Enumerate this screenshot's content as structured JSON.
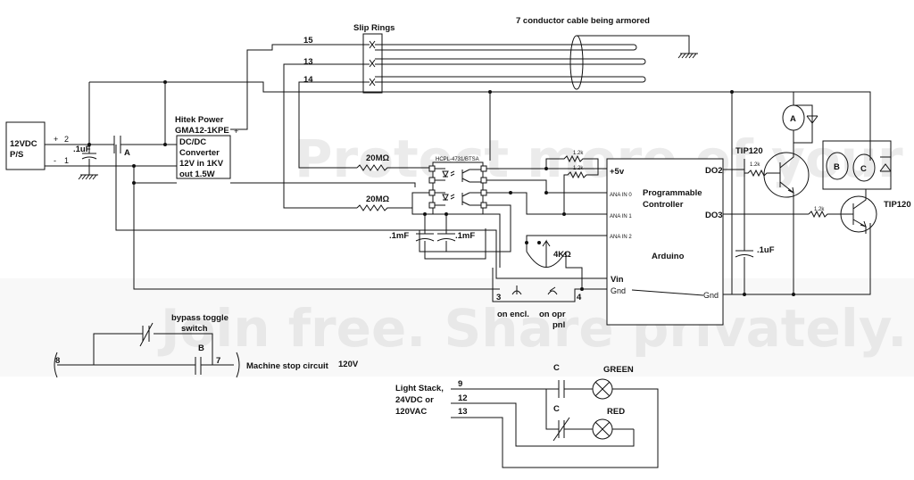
{
  "labels": {
    "slip_rings": "Slip Rings",
    "cable": "7 conductor cable being armored",
    "ps": [
      "12VDC",
      "P/S"
    ],
    "ps_plus": "+",
    "ps_minus": "-",
    "ps_pin2": "2",
    "ps_pin1": "1",
    "cap_ps": ".1uF",
    "relay_a_label": "A",
    "hitek": [
      "Hitek Power",
      "GMA12-1KPE",
      "DC/DC",
      "Converter",
      "12V in 1KV",
      "out 1.5W"
    ],
    "hitek_plus": "+",
    "wire15": "15",
    "wire13": "13",
    "wire14": "14",
    "r20m_top": "20MΩ",
    "r20m_bot": "20MΩ",
    "opto": "HCPL-4731/BTSA",
    "r12k_a": "1.2k",
    "r12k_b": "1.2k",
    "cap1": ".1mF",
    "cap2": ".1mF",
    "pot": "4KΩ",
    "arduino": {
      "v5": "+5v",
      "ana0": "ANA IN 0",
      "ana1": "ANA IN 1",
      "ana2": "ANA IN 2",
      "prog": "Programmable",
      "ctrl": "Controller",
      "name": "Arduino",
      "vin": "Vin",
      "gnd": "Gnd",
      "do2": "DO2",
      "do3": "DO3",
      "gnd_right": "Gnd"
    },
    "cap_ard": ".1uF",
    "tip120_top": "TIP120",
    "tip120_right": "TIP120",
    "r12k_do2": "1.2k",
    "r12k_do3": "1.2k",
    "relay_a": "A",
    "relay_b": "B",
    "relay_c": "C",
    "sw_pin3": "3",
    "sw_pin4": "4",
    "on_encl": "on encl.",
    "on_opr": [
      "on opr",
      "pnl"
    ],
    "bypass": [
      "bypass toggle",
      "switch"
    ],
    "contact_b": "B",
    "pin8": "8",
    "pin7": "7",
    "machine_stop": "Machine stop circuit",
    "machine_stop_v": "120V",
    "light_stack": [
      "Light Stack,",
      "24VDC or",
      "120VAC"
    ],
    "pin9": "9",
    "pin12": "12",
    "pin13": "13",
    "contact_c1": "C",
    "contact_c2": "C",
    "green": "GREEN",
    "red": "RED",
    "watermark1": "Protect more of your memories for less!",
    "watermark2": "Join free. Share privately."
  }
}
